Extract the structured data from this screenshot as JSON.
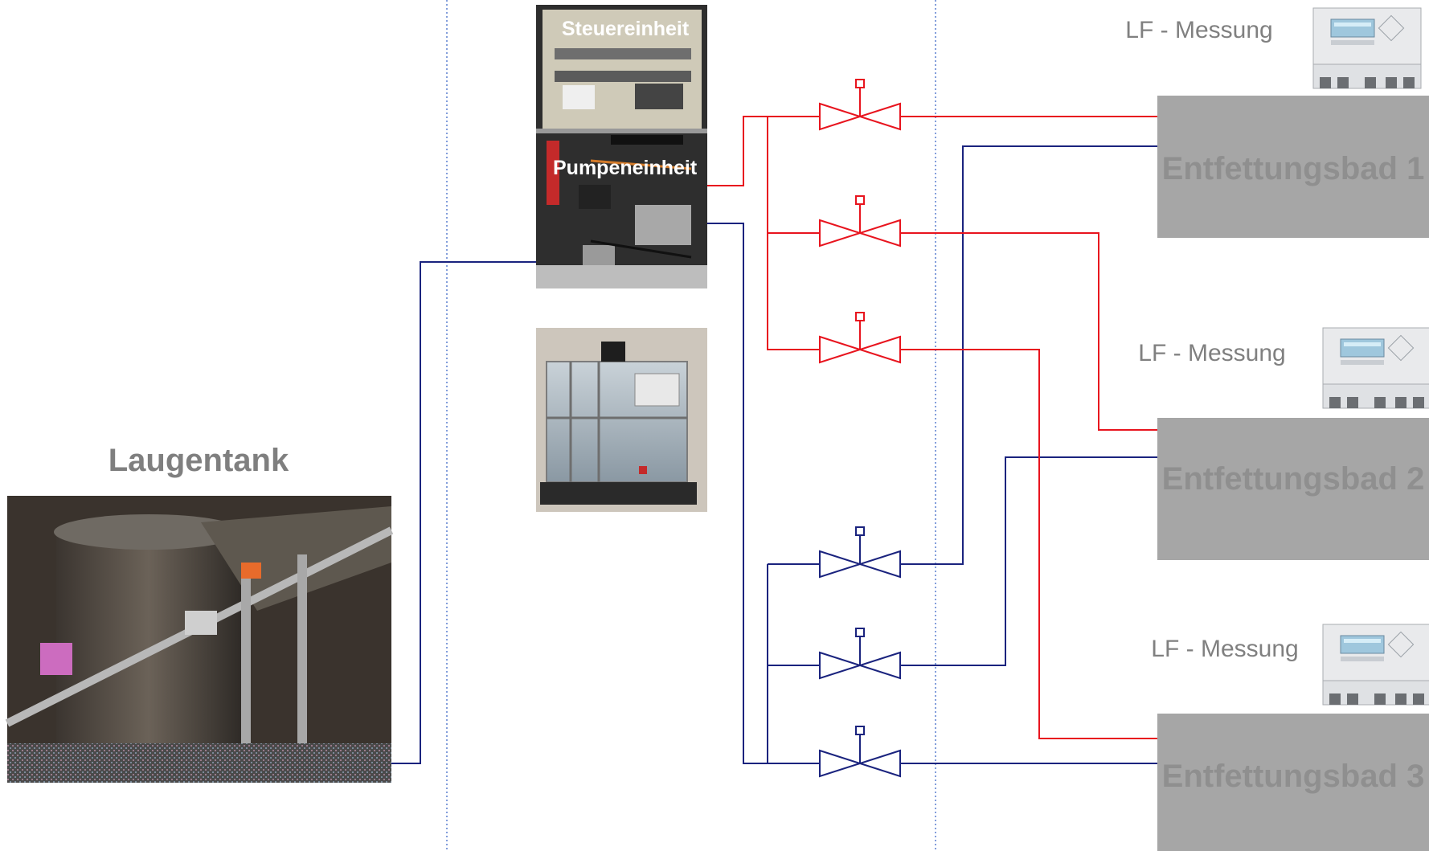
{
  "labels": {
    "steuereinheit": "Steuereinheit",
    "pumpeneinheit": "Pumpeneinheit",
    "laugentank": "Laugentank",
    "lf_messung": [
      "LF - Messung",
      "LF - Messung",
      "LF - Messung"
    ],
    "baths": [
      "Entfettungsbad 1",
      "Entfettungsbad 2",
      "Entfettungsbad 3"
    ]
  },
  "colors": {
    "red_line": "#e8141e",
    "blue_line": "#1a237e",
    "dotted_divider": "#5a7fcf",
    "bath_box": "#a6a6a6",
    "bath_text": "#8f8f8f",
    "label_text": "#808080"
  },
  "icons": {
    "valve": "gate-valve-symbol",
    "photos": [
      "control-cabinet-photo",
      "ibc-container-photo",
      "tank-photo",
      "meter-device-photo"
    ]
  }
}
